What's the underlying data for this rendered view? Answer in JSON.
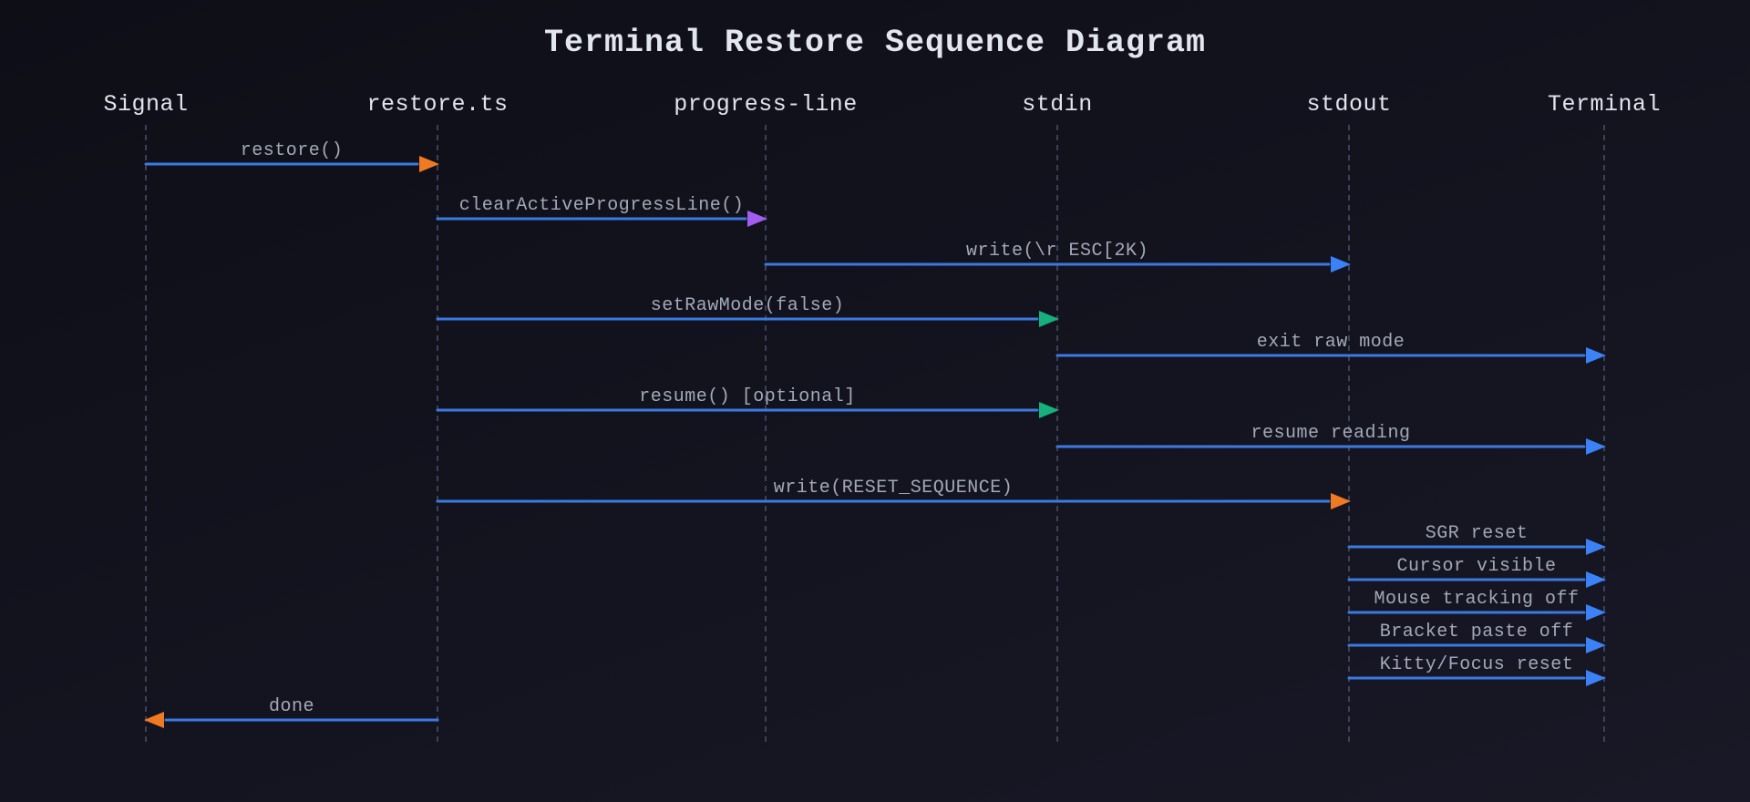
{
  "title": "Terminal Restore Sequence Diagram",
  "colors": {
    "line": "#3b7ae0",
    "lifeline": "#4a5068",
    "label": "#a3a8b8",
    "participant": "#e2e4ec",
    "orange": "#f07a22",
    "purple": "#a35cf0",
    "green": "#17b07c",
    "blue": "#3b82f6"
  },
  "participants": [
    {
      "id": "signal",
      "label": "Signal"
    },
    {
      "id": "restore",
      "label": "restore.ts"
    },
    {
      "id": "progress",
      "label": "progress-line"
    },
    {
      "id": "stdin",
      "label": "stdin"
    },
    {
      "id": "stdout",
      "label": "stdout"
    },
    {
      "id": "terminal",
      "label": "Terminal"
    }
  ],
  "messages": [
    {
      "from": "signal",
      "to": "restore",
      "label": "restore()",
      "head": "orange"
    },
    {
      "from": "restore",
      "to": "progress",
      "label": "clearActiveProgressLine()",
      "head": "purple"
    },
    {
      "from": "progress",
      "to": "stdout",
      "label": "write(\\r ESC[2K)",
      "head": "blue"
    },
    {
      "from": "restore",
      "to": "stdin",
      "label": "setRawMode(false)",
      "head": "green"
    },
    {
      "from": "stdin",
      "to": "terminal",
      "label": "exit raw mode",
      "head": "blue"
    },
    {
      "from": "restore",
      "to": "stdin",
      "label": "resume() [optional]",
      "head": "green"
    },
    {
      "from": "stdin",
      "to": "terminal",
      "label": "resume reading",
      "head": "blue"
    },
    {
      "from": "restore",
      "to": "stdout",
      "label": "write(RESET_SEQUENCE)",
      "head": "orange"
    },
    {
      "from": "stdout",
      "to": "terminal",
      "label": "SGR reset",
      "head": "blue"
    },
    {
      "from": "stdout",
      "to": "terminal",
      "label": "Cursor visible",
      "head": "blue"
    },
    {
      "from": "stdout",
      "to": "terminal",
      "label": "Mouse tracking off",
      "head": "blue"
    },
    {
      "from": "stdout",
      "to": "terminal",
      "label": "Bracket paste off",
      "head": "blue"
    },
    {
      "from": "stdout",
      "to": "terminal",
      "label": "Kitty/Focus reset",
      "head": "blue"
    },
    {
      "from": "restore",
      "to": "signal",
      "label": "done",
      "head": "orange"
    }
  ]
}
